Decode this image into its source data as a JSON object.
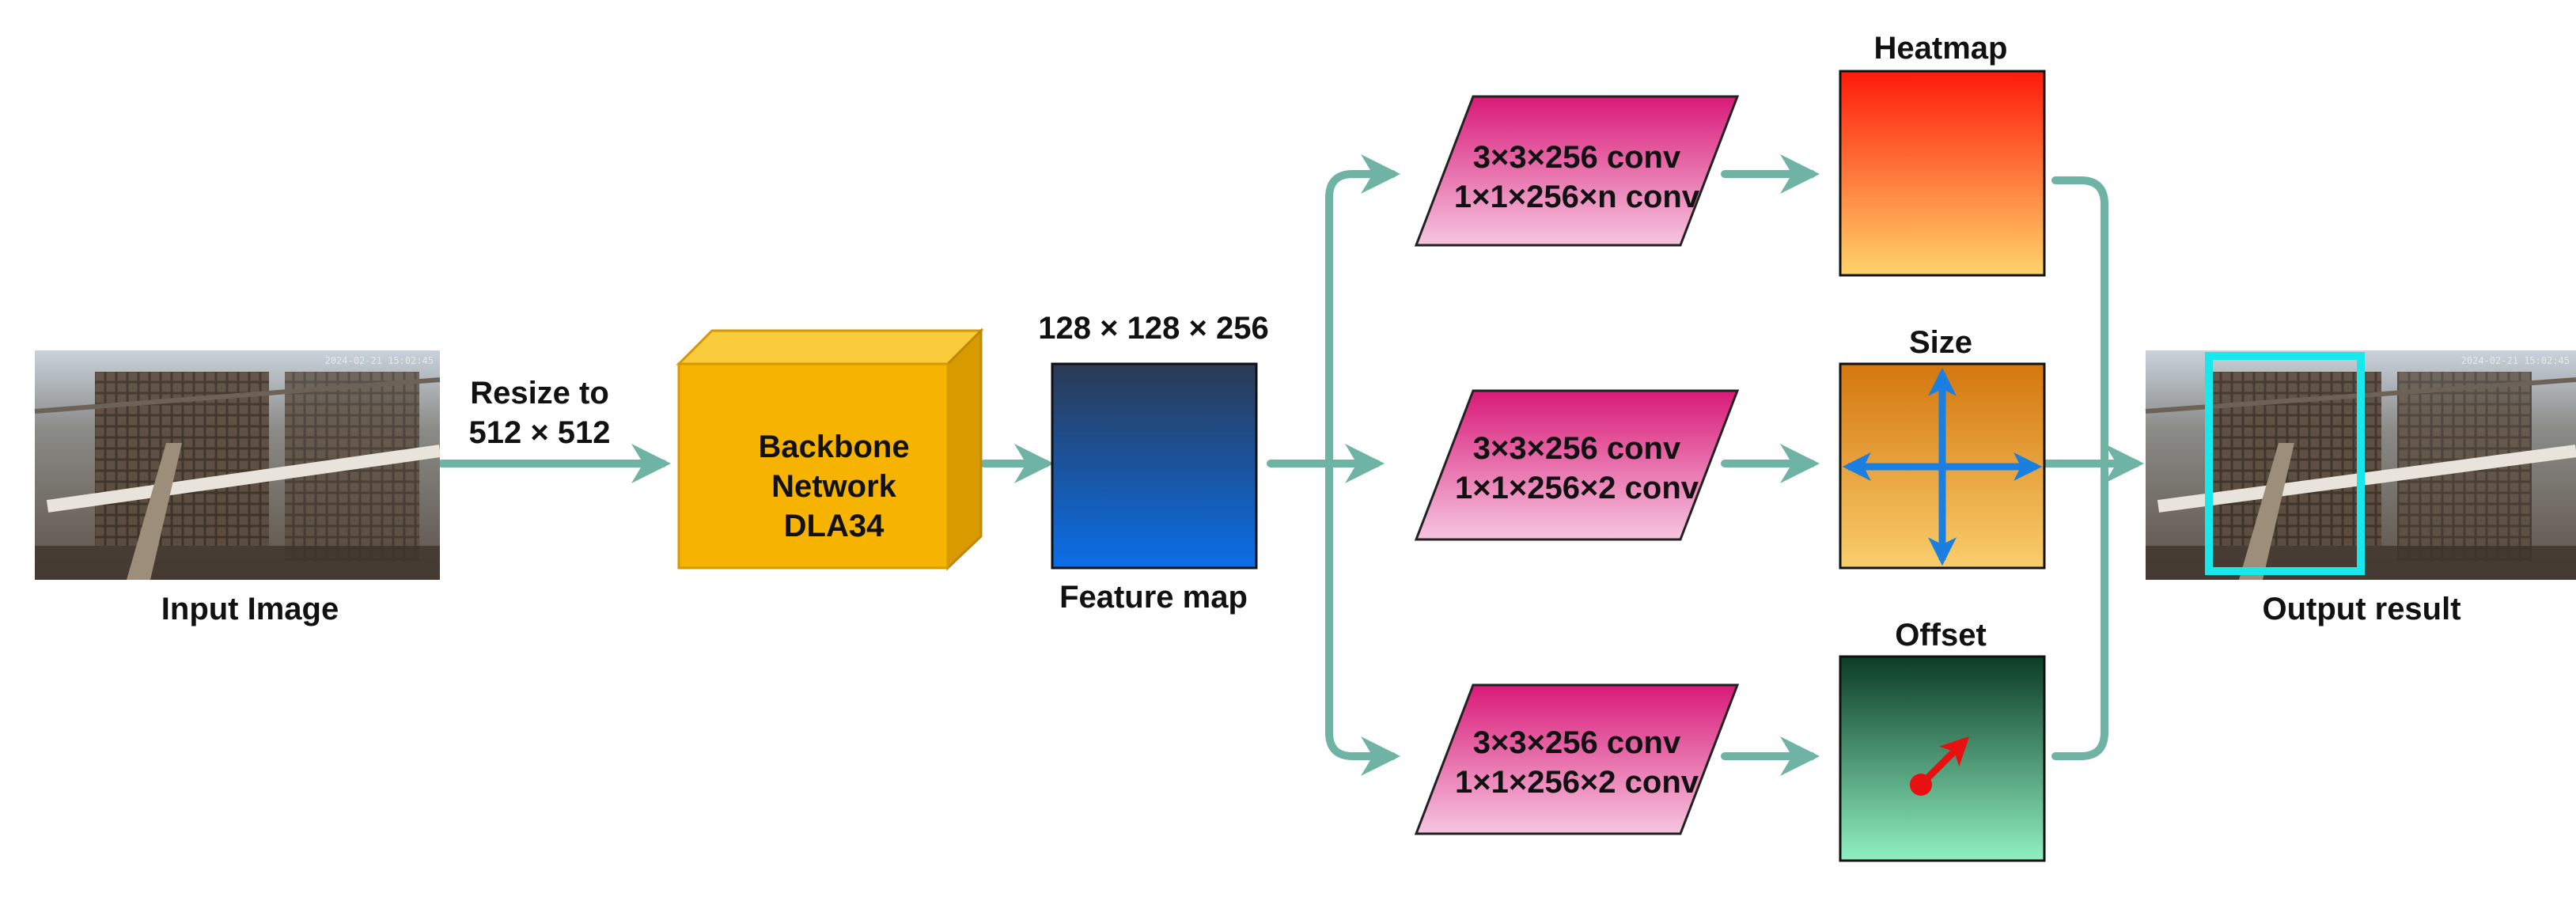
{
  "input_image": {
    "label": "Input Image",
    "timestamp_text": "2024-02-21 15:02:45"
  },
  "resize_label": {
    "line1": "Resize to",
    "line2": "512 × 512"
  },
  "backbone": {
    "line1": "Backbone",
    "line2": "Network",
    "line3": "DLA34"
  },
  "feature_map": {
    "dims": "128 × 128 × 256",
    "label": "Feature map"
  },
  "heads": [
    {
      "conv1": "3×3×256 conv",
      "conv2": "1×1×256×n conv",
      "output_title": "Heatmap"
    },
    {
      "conv1": "3×3×256 conv",
      "conv2": "1×1×256×2 conv",
      "output_title": "Size"
    },
    {
      "conv1": "3×3×256 conv",
      "conv2": "1×1×256×2 conv",
      "output_title": "Offset"
    }
  ],
  "output": {
    "label": "Output result",
    "timestamp_text": "2024-02-21 15:02:45"
  },
  "colors": {
    "arrow": "#6fb3a5",
    "backbone_front": "#f6b400",
    "backbone_top": "#f8cc3a",
    "backbone_side": "#d99a00",
    "feature_top": "#2b3a55",
    "feature_bottom": "#0a6ee8",
    "conv_top": "#d91a78",
    "conv_bottom": "#f6c6e0",
    "heatmap_top": "#ff1a0a",
    "heatmap_bottom": "#ffd46a",
    "size_top": "#d4760e",
    "size_bottom": "#f9ce6c",
    "size_arrows": "#1a7fe0",
    "offset_top": "#0b3b26",
    "offset_bottom": "#8ff0c0",
    "offset_marker": "#e81010",
    "detection_box": "#17e8ec"
  }
}
